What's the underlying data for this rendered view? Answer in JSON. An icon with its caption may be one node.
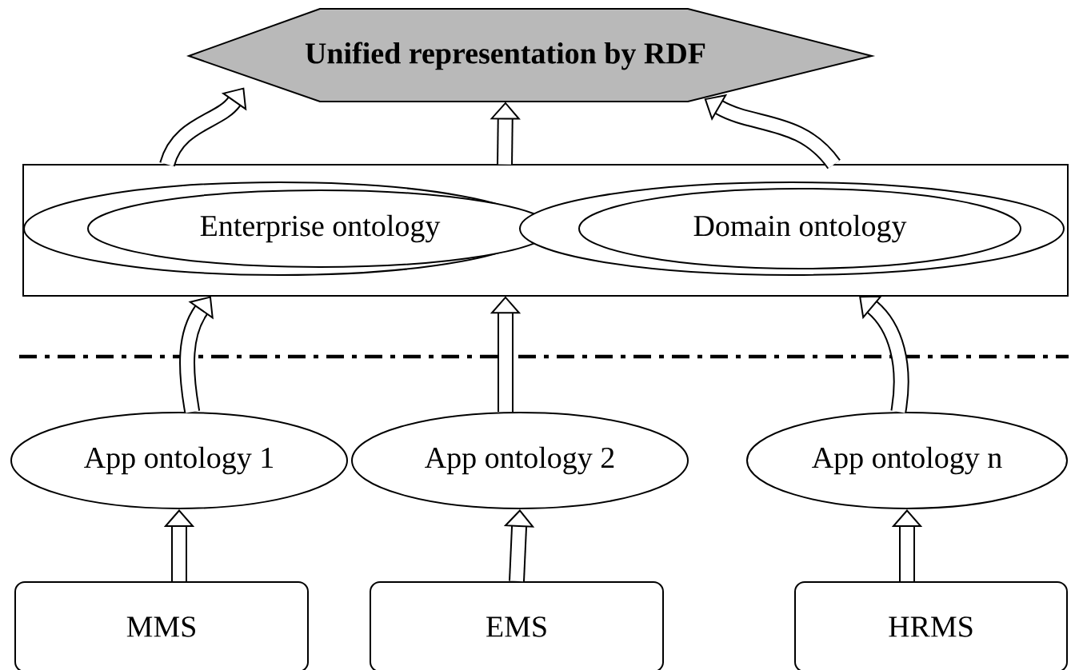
{
  "diagram": {
    "nodes": [
      {
        "text": [
          "Unified representation by RDF"
        ]
      },
      {
        "text": [],
        "shape": "box"
      },
      {
        "text": [
          "Enterprise ontology"
        ],
        "in": 1
      },
      {
        "text": [
          "Domain ontology"
        ],
        "in": 1
      },
      {
        "text": [
          "App ontology 1"
        ]
      },
      {
        "text": [
          "App ontology 2"
        ]
      },
      {
        "text": [
          "App ontology n"
        ]
      },
      {
        "text": [
          "MMS"
        ]
      },
      {
        "text": [
          "EMS"
        ]
      },
      {
        "text": [
          "HRMS"
        ]
      }
    ],
    "edges": [
      {
        "from": 1,
        "to": 0,
        "arrow": "to"
      },
      {
        "from": 1,
        "to": 0,
        "arrow": "to"
      },
      {
        "from": 1,
        "to": 0,
        "arrow": "to"
      },
      {
        "from": 4,
        "to": 1,
        "arrow": "to"
      },
      {
        "from": 5,
        "to": 1,
        "arrow": "to"
      },
      {
        "from": 6,
        "to": 1,
        "arrow": "to"
      },
      {
        "from": 7,
        "to": 4,
        "arrow": "to"
      },
      {
        "from": 8,
        "to": 5,
        "arrow": "to"
      },
      {
        "from": 9,
        "to": 6,
        "arrow": "to"
      }
    ]
  }
}
